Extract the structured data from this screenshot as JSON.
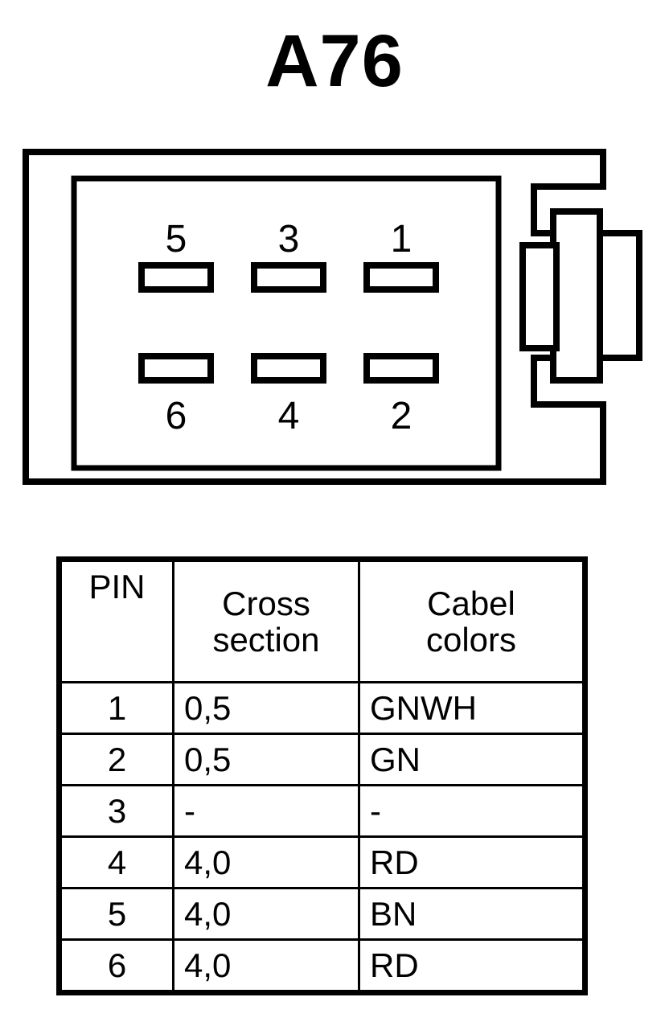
{
  "title": "A76",
  "connector": {
    "name": "6-pin-connector-housing",
    "pin_labels_top": [
      "5",
      "3",
      "1"
    ],
    "pin_labels_bottom": [
      "6",
      "4",
      "2"
    ],
    "line_color": "#000000",
    "fill_color": "#ffffff"
  },
  "table": {
    "headers": {
      "pin": "PIN",
      "cross_section_line1": "Cross",
      "cross_section_line2": "section",
      "cable_colors_line1": "Cabel",
      "cable_colors_line2": "colors"
    },
    "rows": [
      {
        "pin": "1",
        "cross_section": "0,5",
        "cable_colors": "GNWH"
      },
      {
        "pin": "2",
        "cross_section": "0,5",
        "cable_colors": "GN"
      },
      {
        "pin": "3",
        "cross_section": "-",
        "cable_colors": "-"
      },
      {
        "pin": "4",
        "cross_section": "4,0",
        "cable_colors": "RD"
      },
      {
        "pin": "5",
        "cross_section": "4,0",
        "cable_colors": "BN"
      },
      {
        "pin": "6",
        "cross_section": "4,0",
        "cable_colors": "RD"
      }
    ]
  }
}
